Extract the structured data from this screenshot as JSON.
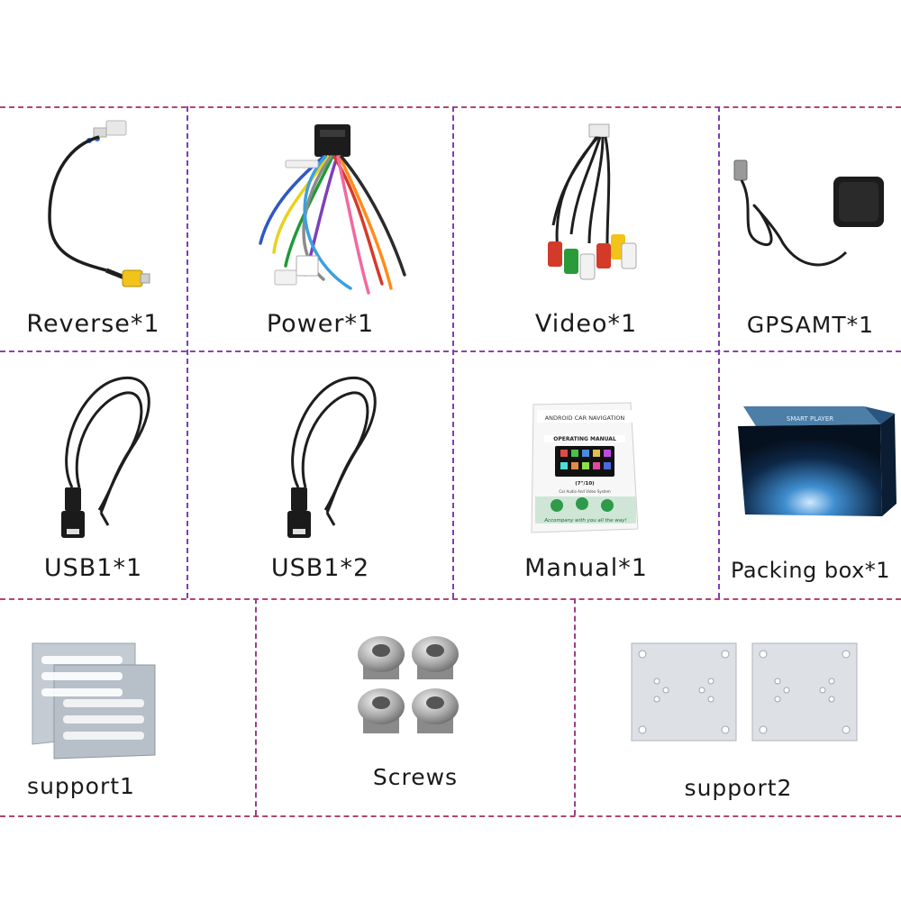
{
  "items": [
    {
      "label": "Reverse*1",
      "icon": "reverse-camera-cable-icon"
    },
    {
      "label": "Power*1",
      "icon": "power-harness-icon"
    },
    {
      "label": "Video*1",
      "icon": "rca-video-cable-icon"
    },
    {
      "label": "GPSAMT*1",
      "icon": "gps-antenna-icon"
    },
    {
      "label": "USB1*1",
      "icon": "usb-cable-icon"
    },
    {
      "label": "USB1*2",
      "icon": "usb-cable-icon"
    },
    {
      "label": "Manual*1",
      "icon": "manual-booklet-icon"
    },
    {
      "label": "Packing box*1",
      "icon": "packing-box-icon"
    },
    {
      "label": "support1",
      "icon": "bracket-icon"
    },
    {
      "label": "Screws",
      "icon": "screws-icon"
    },
    {
      "label": "support2",
      "icon": "mounting-plates-icon"
    }
  ],
  "manual": {
    "header": "ANDROID CAR NAVIGATION",
    "title": "OPERATING MANUAL",
    "model": "(7\"/10)",
    "subtitle": "Car Audio And Video System",
    "tagline": "Accompany with you all the way!"
  },
  "box": {
    "brand": "SMART PLAYER"
  },
  "colors": {
    "divider_horizontal": "#b0476d",
    "divider_vertical": "#7b3fb4"
  }
}
